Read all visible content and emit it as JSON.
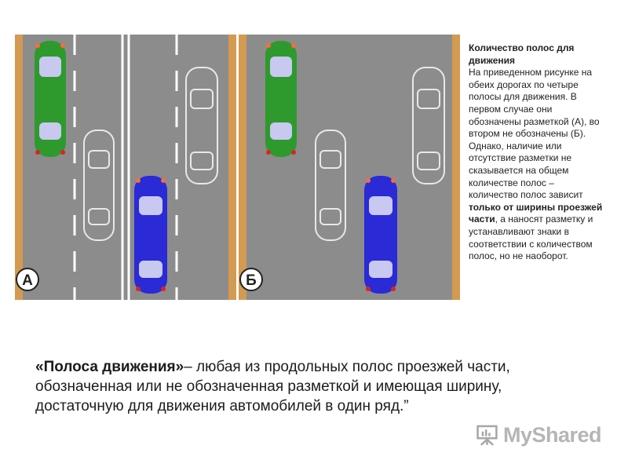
{
  "figures": [
    {
      "label": "А",
      "marking_present": true
    },
    {
      "label": "Б",
      "marking_present": false
    }
  ],
  "colors": {
    "road": "#8c8c8c",
    "shoulder": "#d39a52",
    "marking": "#ffffff",
    "car_green": "#2e9a2e",
    "car_blue": "#2a2ad6",
    "outline_car": "#e8e8e8"
  },
  "side": {
    "heading": "Количество полос для движения",
    "p1": "На приведенном рисунке на обеих дорогах по четыре полосы для движения. В первом случае они обозначены разметкой (А), во втором не обозначены (Б). Однако, наличие или отсутствие разметки не сказывается на общем количестве полос – количество полос зависит",
    "bold": "только от ширины проезжей части",
    "p2": ", а наносят разметку и устанавливают знаки в соответствии с количеством полос, но не наоборот."
  },
  "definition": {
    "term": "«Полоса движения»",
    "text": "– любая из продольных полос проезжей части, обозначенная или не обозначенная разметкой и имеющая ширину, достаточную для движения автомобилей в один ряд.”"
  },
  "watermark": {
    "text": "MyShared",
    "icon": "presentation-board-icon"
  }
}
